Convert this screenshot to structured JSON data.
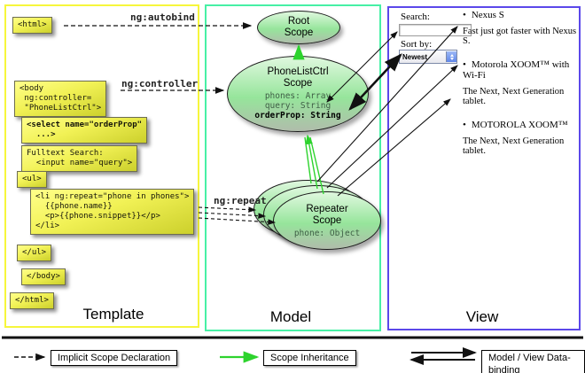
{
  "panels": {
    "template": {
      "label": "Template"
    },
    "model": {
      "label": "Model"
    },
    "view": {
      "label": "View"
    }
  },
  "template": {
    "autobind_label": "ng:autobind",
    "controller_label": "ng:controller",
    "repeat_label": "ng:repeat",
    "boxes": {
      "html_open": "<html>",
      "body_open": "<body\n ng:controller=\n \"PhoneListCtrl\">",
      "select": "<select name=\"orderProp\"\n  ...>",
      "fulltext": "Fulltext Search:\n  <input name=\"query\">",
      "ul_open": "<ul>",
      "li_repeat": "<li ng:repeat=\"phone in phones\">\n  {{phone.name}}\n  <p>{{phone.snippet}}</p>\n</li>",
      "ul_close": "</ul>",
      "body_close": "</body>",
      "html_close": "</html>"
    }
  },
  "model": {
    "root_scope_title": "Root\nScope",
    "phonelist_scope_title": "PhoneListCtrl\nScope",
    "phonelist_props": "phones: Array\nquery: String",
    "phonelist_bold_prop": "orderProp: String",
    "repeater_scope_title": "Repeater\nScope",
    "repeater_prop": "phone: Object"
  },
  "view": {
    "search_label": "Search:",
    "search_value": "",
    "sort_label": "Sort by:",
    "sort_value": "Newest",
    "bullet": "•",
    "items": [
      {
        "name": "Nexus S",
        "desc": "Fast just got faster with Nexus S."
      },
      {
        "name": "Motorola XOOM™ with Wi-Fi",
        "desc": "The Next, Next Generation tablet."
      },
      {
        "name": "MOTOROLA XOOM™",
        "desc": "The Next, Next Generation tablet."
      }
    ]
  },
  "legend": {
    "implicit": "Implicit Scope Declaration",
    "inheritance": "Scope Inheritance",
    "binding": "Model / View Data-binding"
  },
  "colors": {
    "template_border": "#f6f63c",
    "model_border": "#47f0a5",
    "view_border": "#5b48ea",
    "scope_fill": "#96e59b",
    "code_box_fill": "#f1f155",
    "inheritance_arrow": "#2dd32d"
  }
}
